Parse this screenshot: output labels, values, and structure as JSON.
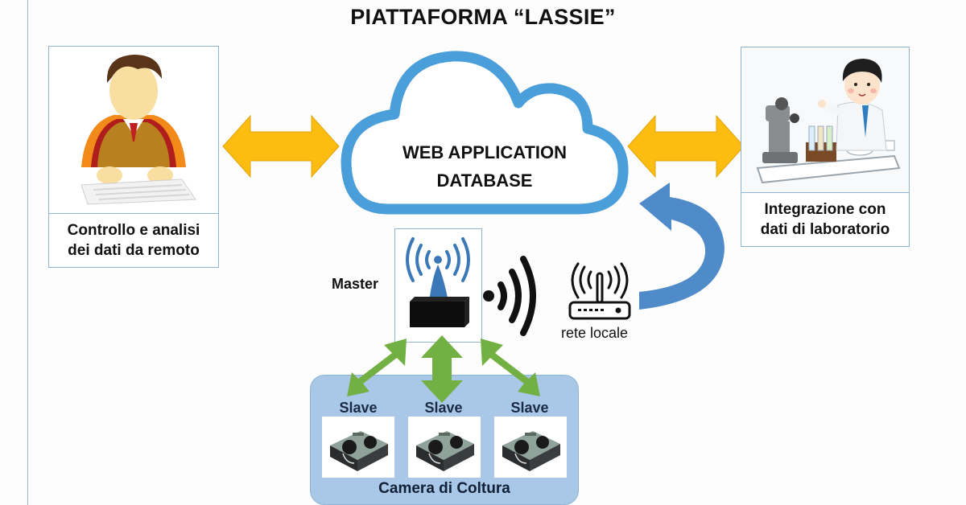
{
  "title": "PIATTAFORMA “LASSIE”",
  "cloud": {
    "line1": "WEB APPLICATION",
    "line2": "DATABASE",
    "icon": "cloud-icon"
  },
  "left_panel": {
    "icon": "user-at-keyboard-icon",
    "caption_line1": "Controllo e analisi",
    "caption_line2": "dei dati da remoto"
  },
  "right_panel": {
    "icon": "lab-scientist-microscope-icon",
    "caption_line1": "Integrazione con",
    "caption_line2": "dati di laboratorio"
  },
  "master": {
    "label": "Master",
    "icon": "wireless-antenna-device-icon"
  },
  "wifi_signal": {
    "icon": "wifi-signal-icon"
  },
  "router": {
    "label": "rete locale",
    "icon": "router-icon"
  },
  "camera": {
    "label": "Camera di Coltura",
    "slaves": [
      {
        "label": "Slave",
        "icon": "pump-board-icon"
      },
      {
        "label": "Slave",
        "icon": "pump-board-icon"
      },
      {
        "label": "Slave",
        "icon": "pump-board-icon"
      }
    ]
  },
  "colors": {
    "orange_arrow": "#fdbd10",
    "cloud_stroke": "#4a9ed9",
    "green_arrow": "#72b043",
    "blue_curved_arrow": "#4f8ac9",
    "panel_border": "#8fb3d3",
    "camera_fill": "#a9c7e6"
  }
}
